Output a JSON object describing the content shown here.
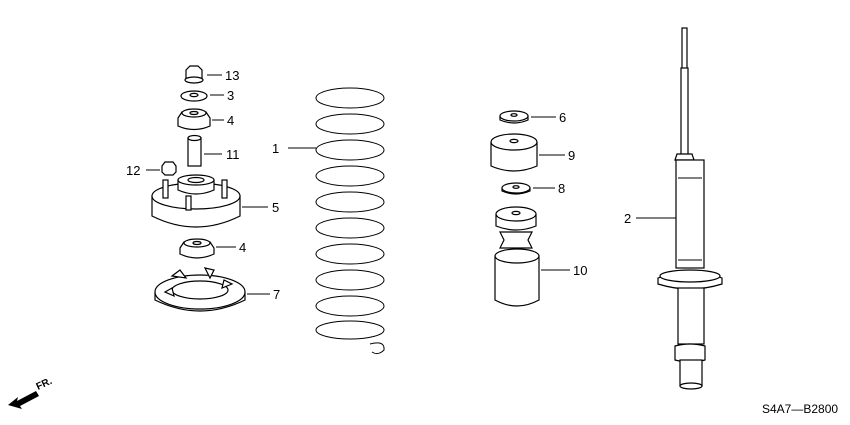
{
  "callouts": {
    "c1": "1",
    "c2": "2",
    "c3": "3",
    "c4a": "4",
    "c4b": "4",
    "c5": "5",
    "c6": "6",
    "c7": "7",
    "c8": "8",
    "c9": "9",
    "c10": "10",
    "c11": "11",
    "c12": "12",
    "c13": "13"
  },
  "direction_label": "FR.",
  "diagram_code": "S4A7—B2800"
}
